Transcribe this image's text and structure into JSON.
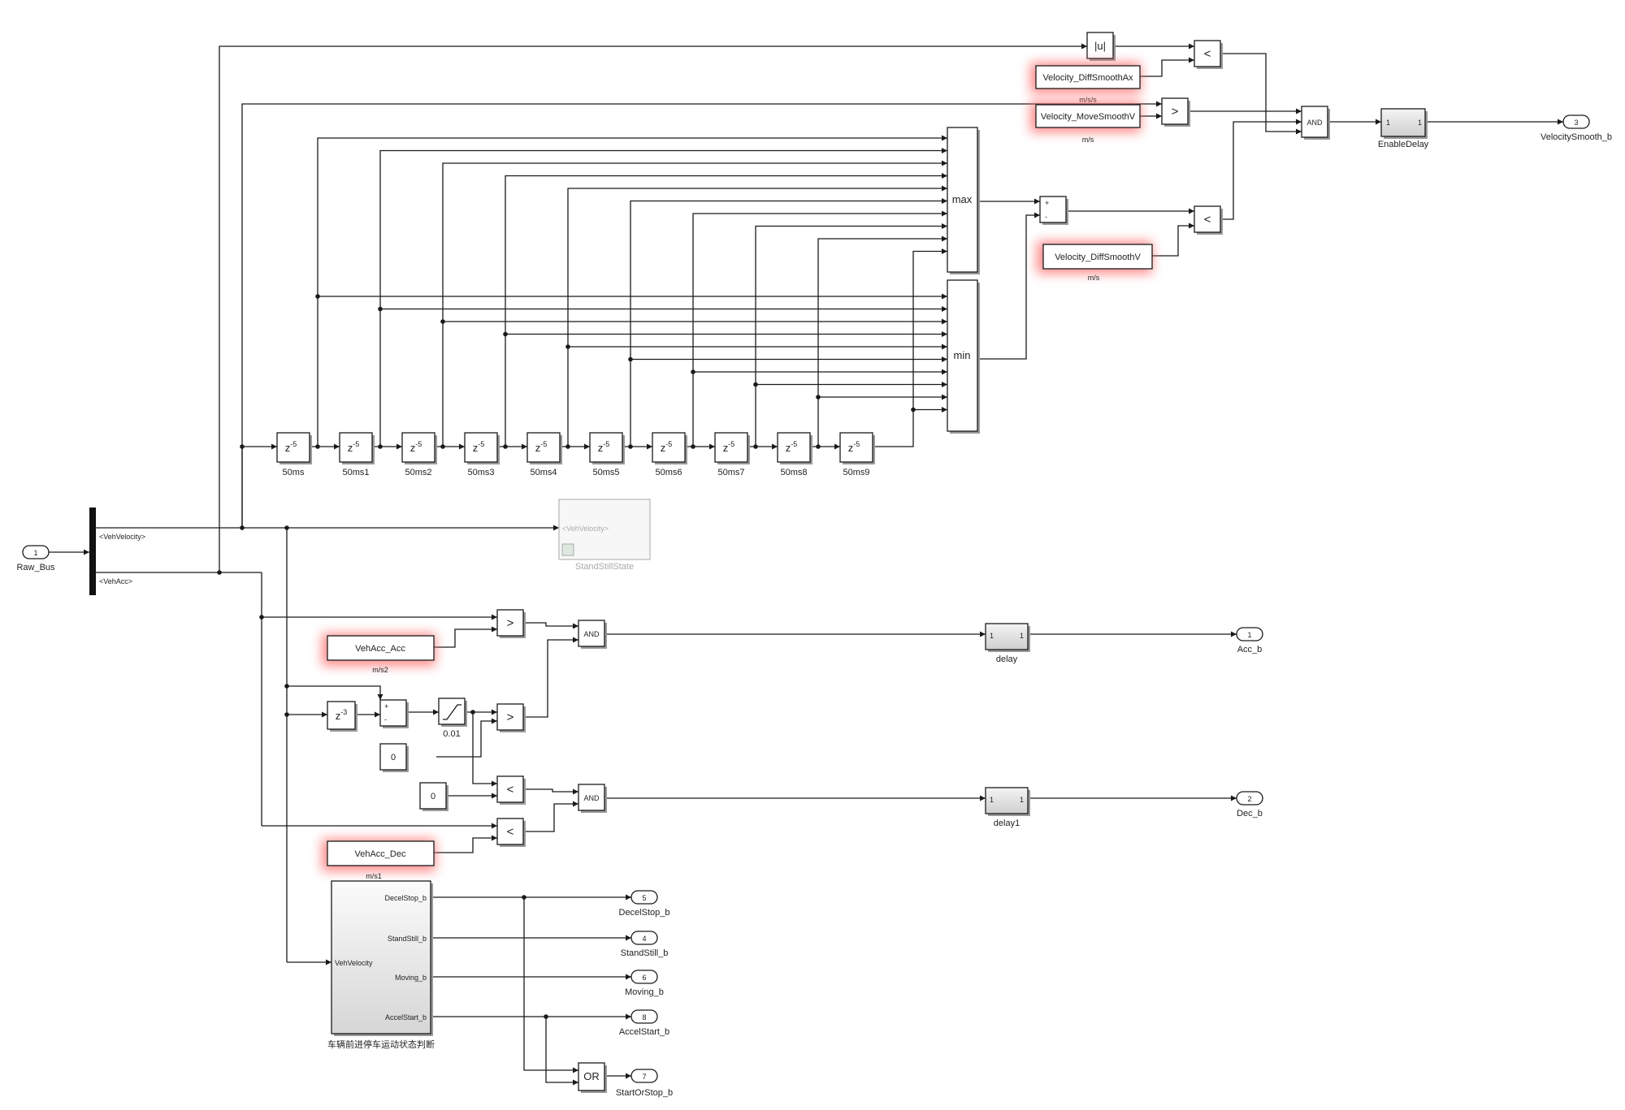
{
  "inport": {
    "num": "1",
    "label": "Raw_Bus"
  },
  "bus": {
    "sig1": "<VehVelocity>",
    "sig2": "<VehAcc>"
  },
  "abs": {
    "text": "|u|"
  },
  "relop": {
    "lt": "<",
    "gt": ">"
  },
  "logic": {
    "and": "AND",
    "or": "OR"
  },
  "params": {
    "diff_ax": {
      "name": "Velocity_DiffSmoothAx",
      "unit": "m/s/s"
    },
    "move_v": {
      "name": "Velocity_MoveSmoothV",
      "unit": "m/s"
    },
    "diff_v": {
      "name": "Velocity_DiffSmoothV",
      "unit": "m/s"
    },
    "acc": {
      "name": "VehAcc_Acc",
      "unit": "m/s2"
    },
    "dec": {
      "name": "VehAcc_Dec",
      "unit": "m/s1"
    }
  },
  "delay": {
    "base": "z",
    "exp5": "-5",
    "exp3": "-3",
    "labels": [
      "50ms",
      "50ms1",
      "50ms2",
      "50ms3",
      "50ms4",
      "50ms5",
      "50ms6",
      "50ms7",
      "50ms8",
      "50ms9"
    ]
  },
  "minmax": {
    "max": "max",
    "min": "min"
  },
  "sum": {
    "plus": "+",
    "minus": "-"
  },
  "enable_delay": {
    "label": "EnableDelay",
    "in": "1",
    "out": "1"
  },
  "outports": {
    "velocity_smooth": {
      "num": "3",
      "label": "VelocitySmooth_b"
    },
    "acc": {
      "num": "1",
      "label": "Acc_b"
    },
    "dec": {
      "num": "2",
      "label": "Dec_b"
    },
    "decel_stop": {
      "num": "5",
      "label": "DecelStop_b"
    },
    "stand_still": {
      "num": "4",
      "label": "StandStill_b"
    },
    "moving": {
      "num": "6",
      "label": "Moving_b"
    },
    "accel_start": {
      "num": "8",
      "label": "AccelStart_b"
    },
    "start_or_stop": {
      "num": "7",
      "label": "StartOrStop_b"
    }
  },
  "standstill_block": {
    "port": "<VehVelocity>",
    "label": "StandStillState"
  },
  "delay_blocks": {
    "delay": "delay",
    "delay1": "delay1",
    "in": "1",
    "out": "1"
  },
  "constants": {
    "zero": "0"
  },
  "rate_limit": {
    "value": "0.01"
  },
  "subsystem": {
    "input": "VehVelocity",
    "outputs": [
      "DecelStop_b",
      "StandStill_b",
      "Moving_b",
      "AccelStart_b"
    ],
    "label": "车辆前进停车运动状态判断"
  },
  "colors": {
    "highlight": "#ff6666",
    "wire": "#1a1a1a",
    "inactive": "#bbbbbb"
  }
}
